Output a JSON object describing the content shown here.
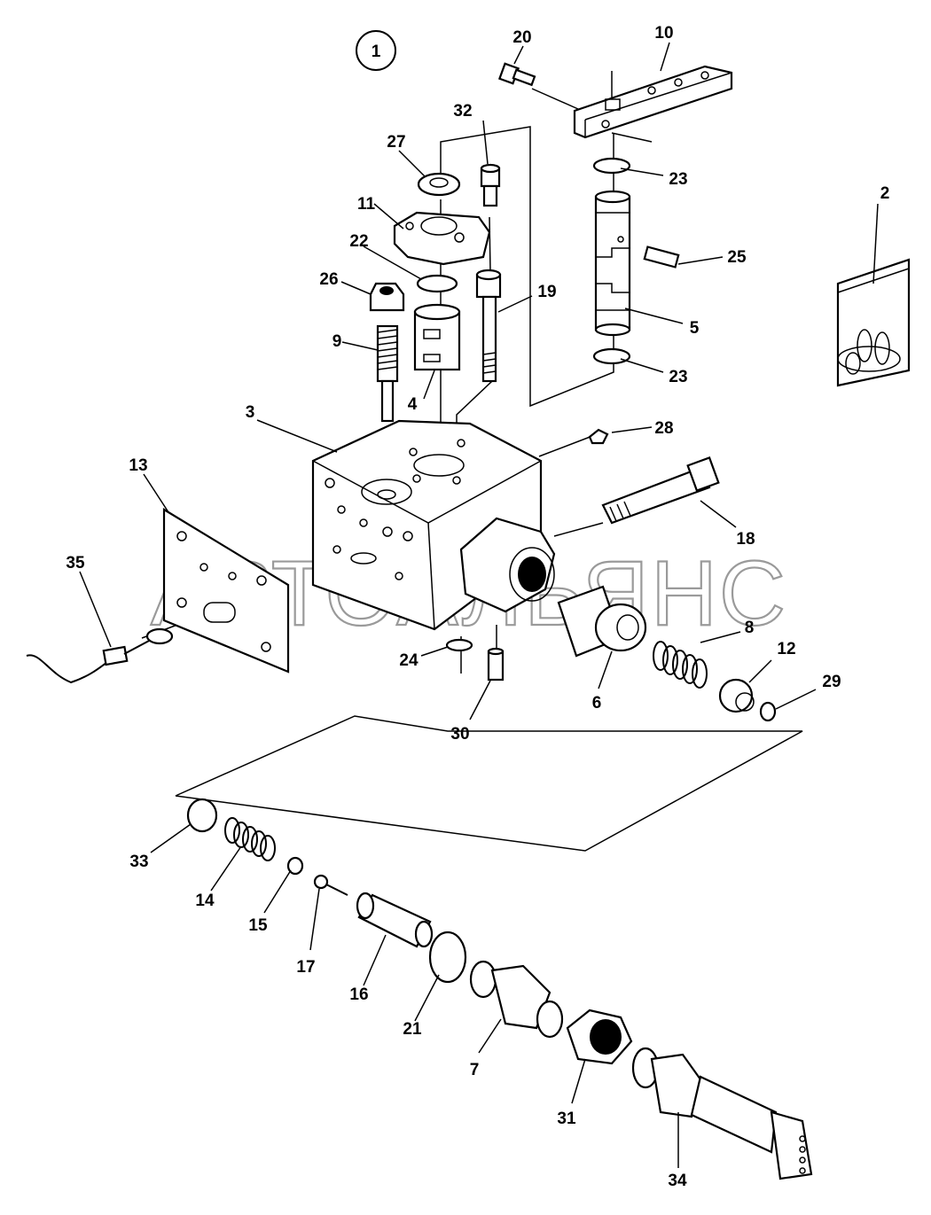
{
  "diagram": {
    "view_label": "1",
    "watermark": "АВТОАЛЬЯНС",
    "callouts": {
      "c1": "1",
      "c2": "2",
      "c3": "3",
      "c4": "4",
      "c5": "5",
      "c6": "6",
      "c7": "7",
      "c8": "8",
      "c9": "9",
      "c10": "10",
      "c11": "11",
      "c12": "12",
      "c13": "13",
      "c14": "14",
      "c15": "15",
      "c16": "16",
      "c17": "17",
      "c18": "18",
      "c19": "19",
      "c20": "20",
      "c21": "21",
      "c22": "22",
      "c23a": "23",
      "c23b": "23",
      "c24": "24",
      "c25": "25",
      "c26": "26",
      "c27": "27",
      "c28": "28",
      "c29": "29",
      "c30": "30",
      "c31": "31",
      "c32": "32",
      "c33": "33",
      "c34": "34",
      "c35": "35"
    }
  }
}
